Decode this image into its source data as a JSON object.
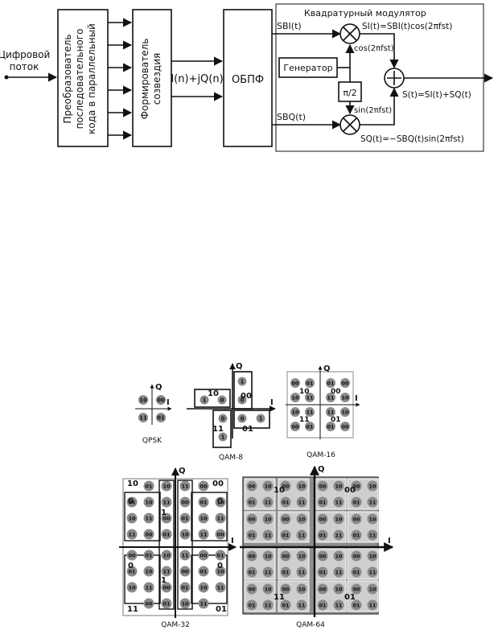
{
  "block_diagram": {
    "input_label_line1": "Цифровой",
    "input_label_line2": "поток",
    "converter_line1": "Преобразователь",
    "converter_line2": "последовательного",
    "converter_line3": "кода в параллельный",
    "former_line1": "Формирователь",
    "former_line2": "созвездия",
    "iq_label": "I(n)+jQ(n)",
    "obpf_label": "ОБПФ",
    "modulator_title": "Квадратурный модулятор",
    "sbi": "SBI(t)",
    "sbq": "SBQ(t)",
    "si_formula": "SI(t)=SBI(t)cos(2πfst)",
    "sq_formula": "SQ(t)=−SBQ(t)sin(2πfst)",
    "cos_label": "cos(2πfst)",
    "sin_label": "sin(2πfst)",
    "generator": "Генератор",
    "pi2": "π/2",
    "s_formula": "S(t)=SI(t)+SQ(t)"
  },
  "constellations": {
    "axis_i": "I",
    "axis_q": "Q",
    "qpsk": {
      "caption": "QPSK",
      "labels": [
        "10",
        "00",
        "11",
        "01"
      ]
    },
    "qam8": {
      "caption": "QAM-8",
      "labels": [
        "10",
        "00",
        "11",
        "01"
      ],
      "point_labels": [
        "1",
        "0",
        "0",
        "1"
      ]
    },
    "qam16": {
      "caption": "QAM-16",
      "quadrant_labels": [
        "10",
        "00",
        "11",
        "01"
      ],
      "point_labels": [
        "00",
        "01",
        "10",
        "11"
      ]
    },
    "qam32": {
      "caption": "QAM-32",
      "corner_labels": [
        "10",
        "00",
        "11",
        "01"
      ],
      "side_labels": [
        "0",
        "1"
      ],
      "point_labels": [
        "00",
        "01",
        "10",
        "11"
      ]
    },
    "qam64": {
      "caption": "QAM-64",
      "quadrant_labels": [
        "10",
        "00",
        "11",
        "01"
      ],
      "point_labels": [
        "00",
        "01",
        "10",
        "11"
      ]
    }
  }
}
